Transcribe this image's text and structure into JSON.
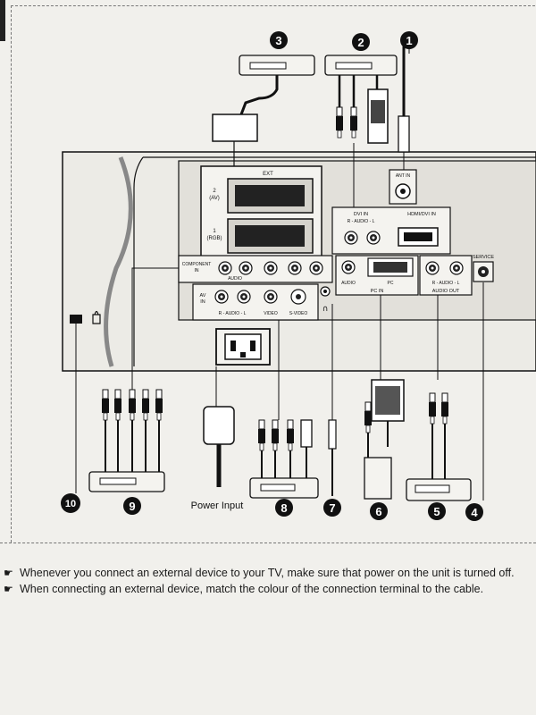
{
  "ports": {
    "ext": "EXT",
    "scart2_line1": "2",
    "scart2_line2": "(AV)",
    "scart1_line1": "1",
    "scart1_line2": "(RGB)",
    "ant_in": "ANT IN",
    "dvi_in": "DVI IN",
    "dvi_audio": "R - AUDIO - L",
    "hdmi_dvi_in": "HDMI/DVI IN",
    "service": "SERVICE",
    "component_line1": "COMPONENT",
    "component_line2": "IN",
    "component_audio": "AUDIO",
    "av_in_line1": "AV",
    "av_in_line2": "IN",
    "av_audio": "R - AUDIO - L",
    "video": "VIDEO",
    "s_video": "S-VIDEO",
    "pc_audio": "AUDIO",
    "pc": "PC",
    "pc_in": "PC IN",
    "audio_out_audio": "R - AUDIO - L",
    "audio_out": "AUDIO OUT"
  },
  "callouts": [
    "1",
    "2",
    "3",
    "4",
    "5",
    "6",
    "7",
    "8",
    "9",
    "10"
  ],
  "power_input": "Power Input",
  "notes": [
    "Whenever you connect an external device to your TV, make sure that power on the unit is turned off.",
    "When connecting an external device, match the colour of the connection terminal to the cable."
  ],
  "colors": {
    "ink": "#111111",
    "panel": "#e6e4de",
    "paper": "#f1f0ec"
  }
}
